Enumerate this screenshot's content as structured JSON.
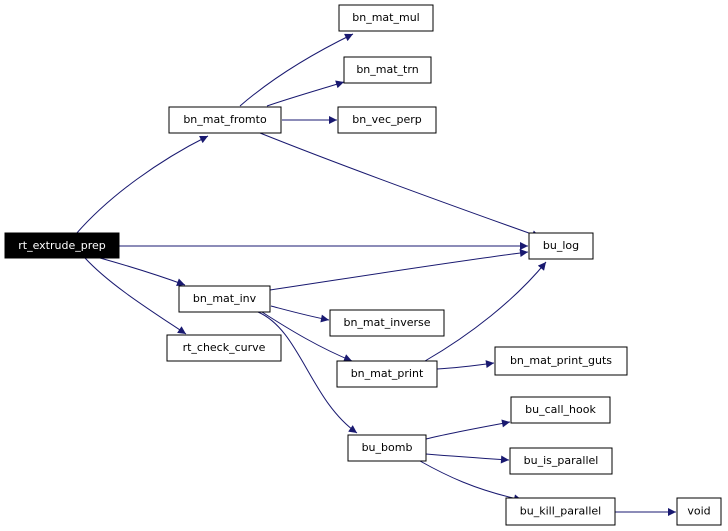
{
  "graph": {
    "edge_color": "#191970",
    "root_fill": "#000000",
    "nodes": {
      "rt_extrude_prep": "rt_extrude_prep",
      "bn_mat_fromto": "bn_mat_fromto",
      "bn_mat_mul": "bn_mat_mul",
      "bn_mat_trn": "bn_mat_trn",
      "bn_vec_perp": "bn_vec_perp",
      "bu_log": "bu_log",
      "bn_mat_inv": "bn_mat_inv",
      "rt_check_curve": "rt_check_curve",
      "bn_mat_inverse": "bn_mat_inverse",
      "bn_mat_print": "bn_mat_print",
      "bn_mat_print_guts": "bn_mat_print_guts",
      "bu_bomb": "bu_bomb",
      "bu_call_hook": "bu_call_hook",
      "bu_is_parallel": "bu_is_parallel",
      "bu_kill_parallel": "bu_kill_parallel",
      "void": "void"
    },
    "edges": [
      [
        "rt_extrude_prep",
        "bn_mat_fromto"
      ],
      [
        "rt_extrude_prep",
        "bu_log"
      ],
      [
        "rt_extrude_prep",
        "bn_mat_inv"
      ],
      [
        "rt_extrude_prep",
        "rt_check_curve"
      ],
      [
        "bn_mat_fromto",
        "bn_mat_mul"
      ],
      [
        "bn_mat_fromto",
        "bn_mat_trn"
      ],
      [
        "bn_mat_fromto",
        "bn_vec_perp"
      ],
      [
        "bn_mat_fromto",
        "bu_log"
      ],
      [
        "bn_mat_inv",
        "bu_log"
      ],
      [
        "bn_mat_inv",
        "bn_mat_inverse"
      ],
      [
        "bn_mat_inv",
        "bn_mat_print"
      ],
      [
        "bn_mat_inv",
        "bu_bomb"
      ],
      [
        "bn_mat_print",
        "bu_log"
      ],
      [
        "bn_mat_print",
        "bn_mat_print_guts"
      ],
      [
        "bu_bomb",
        "bu_call_hook"
      ],
      [
        "bu_bomb",
        "bu_is_parallel"
      ],
      [
        "bu_bomb",
        "bu_kill_parallel"
      ],
      [
        "bu_kill_parallel",
        "void"
      ]
    ]
  }
}
